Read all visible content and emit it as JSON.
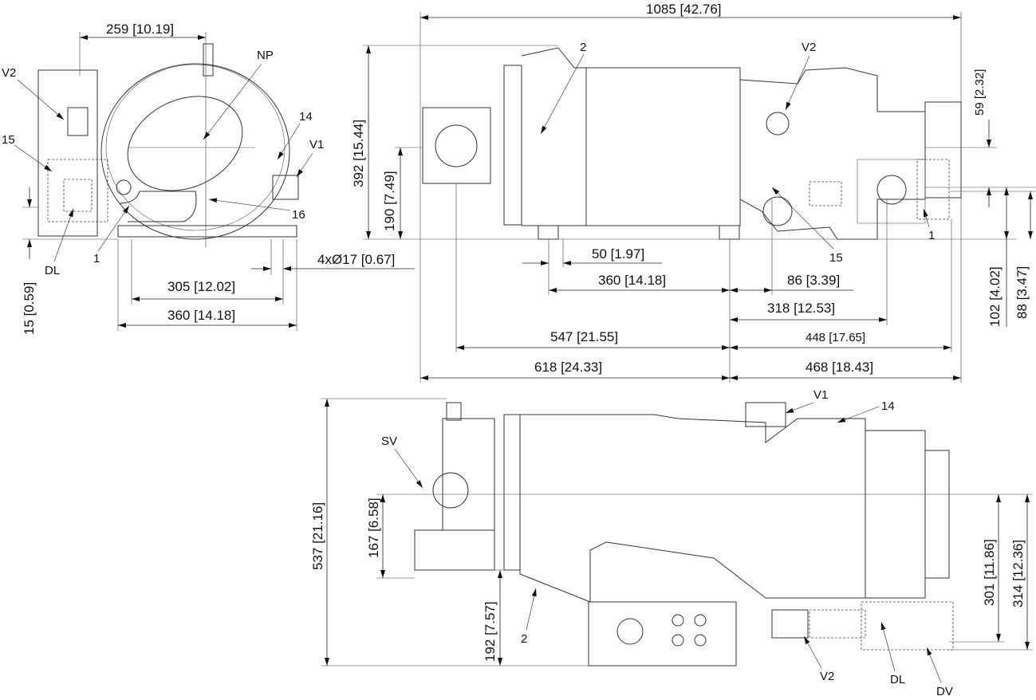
{
  "drawing": {
    "side_view": {
      "dims": {
        "width_top": "259 [10.19]",
        "base_inner": "305 [12.02]",
        "base_outer": "360 [14.18]",
        "holes": "4xØ17 [0.67]",
        "foot_height": "15 [0.59]"
      },
      "callouts": {
        "v2": "V2",
        "np": "NP",
        "c14": "14",
        "v1": "V1",
        "c15": "15",
        "c16": "16",
        "dl": "DL",
        "c1": "1"
      }
    },
    "top_view": {
      "dims": {
        "overall_length": "1085 [42.76]",
        "top_offset": "59 [2.32]",
        "height": "392 [15.44]",
        "center_height": "190 [7.49]",
        "foot_offset": "50 [1.97]",
        "foot_spacing": "360 [14.18]",
        "conn_86": "86 [3.39]",
        "conn_318": "318 [12.53]",
        "conn_102": "102 [4.02]",
        "conn_88": "88 [3.47]",
        "left_547": "547 [21.55]",
        "right_448": "448 [17.65]",
        "left_618": "618 [24.33]",
        "right_468": "468 [18.43]"
      },
      "callouts": {
        "c2": "2",
        "v2": "V2",
        "c15": "15",
        "c1": "1"
      }
    },
    "bottom_view": {
      "dims": {
        "overall_height": "537 [21.16]",
        "sv_height": "167 [6.58]",
        "box_height": "192 [7.57]",
        "right_301": "301 [11.86]",
        "right_314": "314 [12.36]"
      },
      "callouts": {
        "v1": "V1",
        "c14": "14",
        "sv": "SV",
        "c2": "2",
        "v2": "V2",
        "dl": "DL",
        "dv": "DV"
      }
    }
  }
}
